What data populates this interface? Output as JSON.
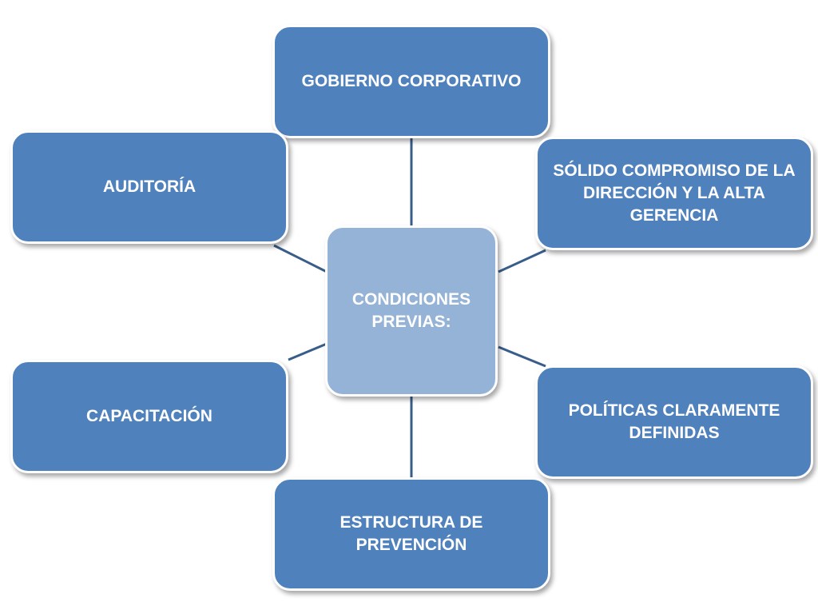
{
  "diagram": {
    "center": {
      "label": "CONDICIONES PREVIAS:"
    },
    "nodes": [
      {
        "label": "GOBIERNO CORPORATIVO"
      },
      {
        "label": "SÓLIDO COMPROMISO DE LA DIRECCIÓN Y LA ALTA GERENCIA"
      },
      {
        "label": "POLÍTICAS CLARAMENTE DEFINIDAS"
      },
      {
        "label": "ESTRUCTURA DE PREVENCIÓN"
      },
      {
        "label": "CAPACITACIÓN"
      },
      {
        "label": "AUDITORÍA"
      }
    ],
    "colors": {
      "outer_fill": "#4f81bd",
      "center_fill": "#95b3d7",
      "connector": "#385d8a",
      "text": "#ffffff"
    }
  }
}
